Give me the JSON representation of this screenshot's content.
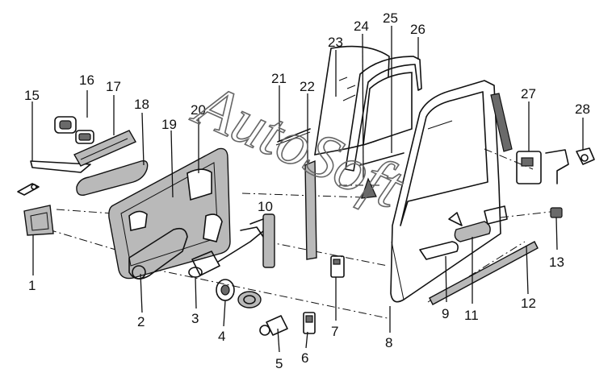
{
  "watermark": "AutoSoft",
  "callouts": [
    "1",
    "2",
    "3",
    "4",
    "5",
    "6",
    "7",
    "8",
    "9",
    "10",
    "11",
    "12",
    "13",
    "15",
    "16",
    "17",
    "18",
    "19",
    "20",
    "21",
    "22",
    "23",
    "24",
    "25",
    "26",
    "27",
    "28"
  ]
}
